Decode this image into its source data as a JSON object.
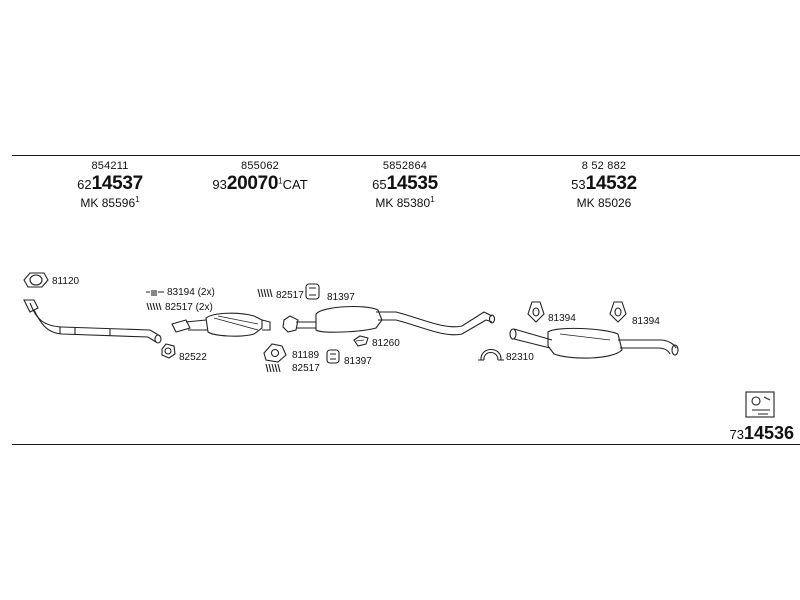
{
  "columns": [
    {
      "oem": "854211",
      "prefix": "62",
      "number": "14537",
      "suffix": "",
      "mk": "MK 85596",
      "mk_note": "1"
    },
    {
      "oem": "855062",
      "prefix": "93",
      "number": "20070",
      "suffix": "CAT",
      "suffix_note": "1",
      "mk": "",
      "mk_note": ""
    },
    {
      "oem": "5852864",
      "prefix": "65",
      "number": "14535",
      "suffix": "",
      "mk": "MK 85380",
      "mk_note": "1"
    },
    {
      "oem": "8 52 882",
      "prefix": "53",
      "number": "14532",
      "suffix": "",
      "mk": "MK 85026",
      "mk_note": ""
    }
  ],
  "parts": {
    "p81120": "81120",
    "p83194": "83194 (2x)",
    "p82517a": "82517 (2x)",
    "p82522": "82522",
    "p82517b": "82517",
    "p81397a": "81397",
    "p81189": "81189",
    "p82517c": "82517",
    "p81260": "81260",
    "p81397b": "81397",
    "p82310": "82310",
    "p81394a": "81394",
    "p81394b": "81394"
  },
  "assembly": {
    "prefix": "73",
    "number": "14536"
  }
}
